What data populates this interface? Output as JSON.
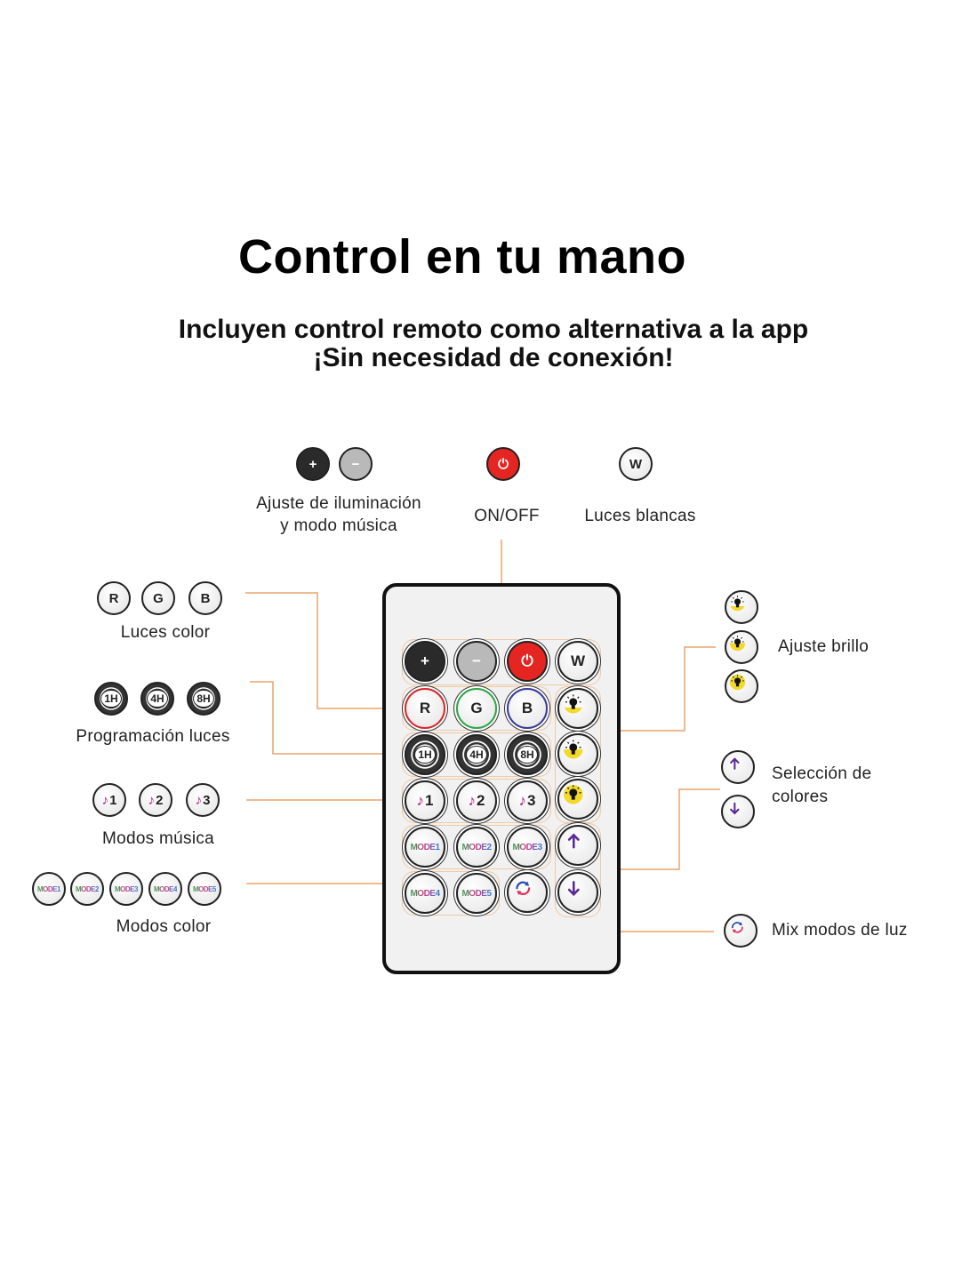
{
  "title": "Control en tu mano",
  "subtitle": [
    "Incluyen control remoto como alternativa a la app",
    "¡Sin necesidad de conexión!"
  ],
  "colors": {
    "connector": "#e9a36c",
    "power": "#e52521",
    "group_outline": "#f0c9a6"
  },
  "labels": {
    "ajuste_iluminacion": [
      "Ajuste de iluminación",
      "y modo música"
    ],
    "on_off": "ON/OFF",
    "luces_blancas": "Luces blancas",
    "luces_color": "Luces color",
    "programacion": "Programación luces",
    "modos_musica": "Modos música",
    "modos_color": "Modos color",
    "ajuste_brillo": "Ajuste brillo",
    "seleccion_colores": [
      "Selección de",
      "colores"
    ],
    "mix": "Mix modos de luz"
  },
  "buttons": {
    "plus": {
      "icon": "plus-icon",
      "text": "+"
    },
    "minus": {
      "icon": "minus-icon",
      "text": "−"
    },
    "power": {
      "icon": "power-icon",
      "text": "⏻"
    },
    "white": {
      "text": "W"
    },
    "r": {
      "text": "R"
    },
    "g": {
      "text": "G"
    },
    "b": {
      "text": "B"
    },
    "t1": {
      "text": "1H"
    },
    "t4": {
      "text": "4H"
    },
    "t8": {
      "text": "8H"
    },
    "m1": {
      "text": "1"
    },
    "m2": {
      "text": "2"
    },
    "m3": {
      "text": "3"
    },
    "mode1": {
      "text": "MODE1"
    },
    "mode2": {
      "text": "MODE2"
    },
    "mode3": {
      "text": "MODE3"
    },
    "mode4": {
      "text": "MODE4"
    },
    "mode5": {
      "text": "MODE5"
    },
    "bulb_low": {
      "icon": "bulb-icon"
    },
    "bulb_mid": {
      "icon": "bulb-icon"
    },
    "bulb_high": {
      "icon": "bulb-icon"
    },
    "up": {
      "icon": "arrow-up-icon"
    },
    "down": {
      "icon": "arrow-down-icon"
    },
    "mix": {
      "icon": "mix-cycle-icon"
    }
  }
}
